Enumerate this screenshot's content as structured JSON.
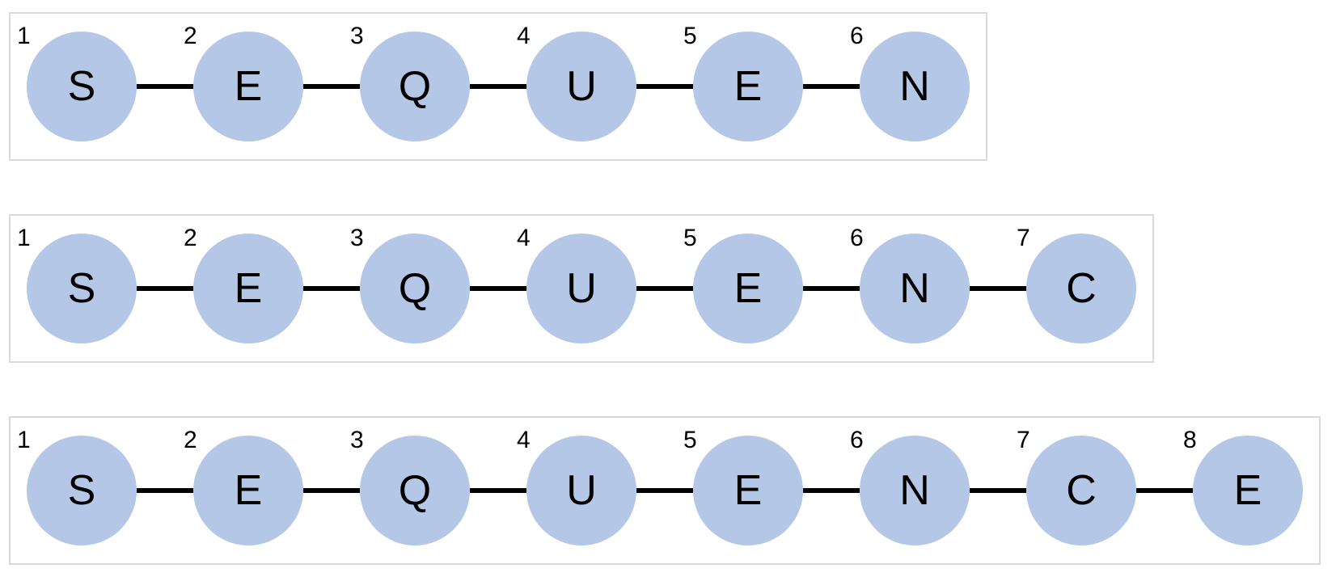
{
  "diagram": {
    "colors": {
      "node_fill": "#b4c7e7",
      "connector": "#000000",
      "box_border": "#d9d9d9",
      "background": "#ffffff",
      "text": "#000000"
    },
    "rows": [
      {
        "name": "row-1",
        "nodes": [
          {
            "number": "1",
            "letter": "S"
          },
          {
            "number": "2",
            "letter": "E"
          },
          {
            "number": "3",
            "letter": "Q"
          },
          {
            "number": "4",
            "letter": "U"
          },
          {
            "number": "5",
            "letter": "E"
          },
          {
            "number": "6",
            "letter": "N"
          }
        ]
      },
      {
        "name": "row-2",
        "nodes": [
          {
            "number": "1",
            "letter": "S"
          },
          {
            "number": "2",
            "letter": "E"
          },
          {
            "number": "3",
            "letter": "Q"
          },
          {
            "number": "4",
            "letter": "U"
          },
          {
            "number": "5",
            "letter": "E"
          },
          {
            "number": "6",
            "letter": "N"
          },
          {
            "number": "7",
            "letter": "C"
          }
        ]
      },
      {
        "name": "row-3",
        "nodes": [
          {
            "number": "1",
            "letter": "S"
          },
          {
            "number": "2",
            "letter": "E"
          },
          {
            "number": "3",
            "letter": "Q"
          },
          {
            "number": "4",
            "letter": "U"
          },
          {
            "number": "5",
            "letter": "E"
          },
          {
            "number": "6",
            "letter": "N"
          },
          {
            "number": "7",
            "letter": "C"
          },
          {
            "number": "8",
            "letter": "E"
          }
        ]
      }
    ]
  }
}
